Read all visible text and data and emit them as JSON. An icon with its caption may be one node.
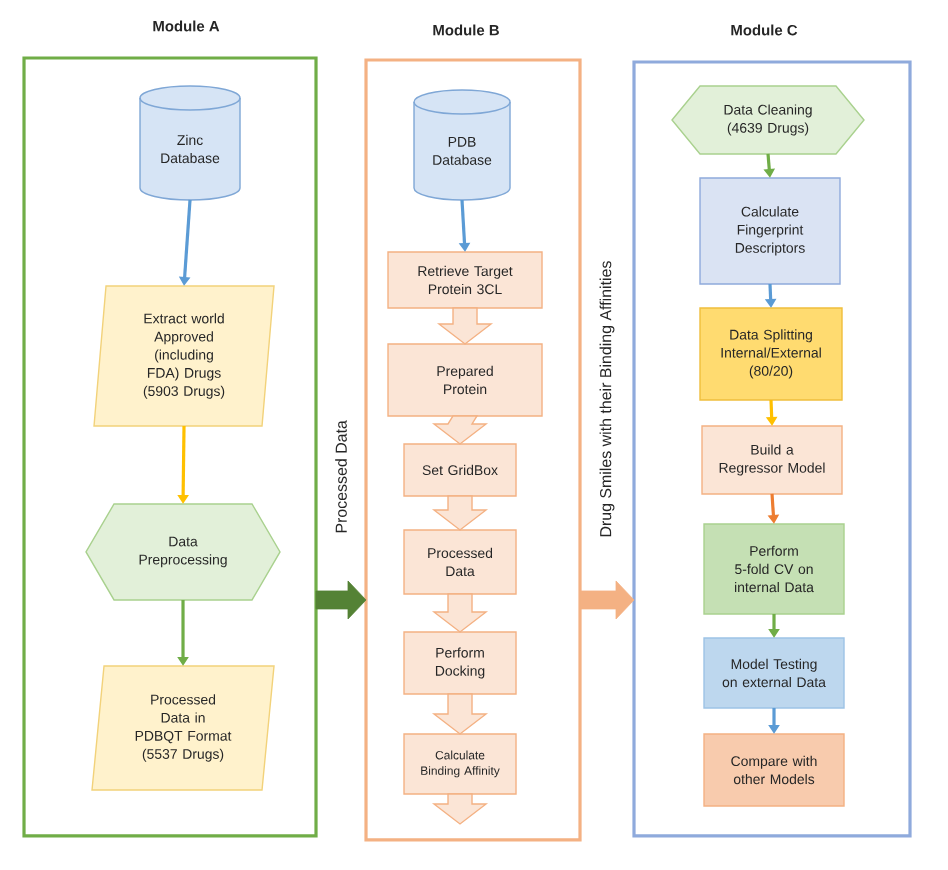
{
  "diagram": {
    "nodes": [
      {
        "text": [
          "Module A"
        ]
      },
      {
        "text": [
          "Zinc Database"
        ],
        "in": 0
      },
      {
        "text": [
          "Extract world Approved (including FDA) Drugs (5903 Drugs)"
        ],
        "in": 0
      },
      {
        "text": [
          "Data Preprocessing"
        ],
        "in": 0
      },
      {
        "text": [
          "Processed Data in PDBQT Format (5537 Drugs)"
        ],
        "in": 0
      },
      {
        "text": [
          "Module B"
        ]
      },
      {
        "text": [
          "PDB Database"
        ],
        "in": 5
      },
      {
        "text": [
          "Retrieve Target Protein 3CL"
        ],
        "in": 5
      },
      {
        "text": [
          "Prepared Protein"
        ],
        "in": 5
      },
      {
        "text": [
          "Set GridBox"
        ],
        "in": 5
      },
      {
        "text": [
          "Processed Data"
        ],
        "in": 5
      },
      {
        "text": [
          "Perform Docking"
        ],
        "in": 5
      },
      {
        "text": [
          "Calculate Binding Affinity"
        ],
        "in": 5
      },
      {
        "text": [
          "Module C"
        ]
      },
      {
        "text": [
          "Data Cleaning (4639 Drugs)"
        ],
        "in": 13
      },
      {
        "text": [
          "Calculate Fingerprint Descriptors"
        ],
        "in": 13
      },
      {
        "text": [
          "Data Splitting Internal/External (80/20)"
        ],
        "in": 13
      },
      {
        "text": [
          "Build a Regressor Model"
        ],
        "in": 13
      },
      {
        "text": [
          "Perform 5-fold CV on internal Data"
        ],
        "in": 13
      },
      {
        "text": [
          "Model Testing on external Data"
        ],
        "in": 13
      },
      {
        "text": [
          "Compare with other Models"
        ],
        "in": 13
      }
    ],
    "edges": [
      {
        "from": 1,
        "to": 2,
        "arrow": "to",
        "color": "#5b9bd5"
      },
      {
        "from": 2,
        "to": 3,
        "arrow": "to",
        "color": "#ffc000"
      },
      {
        "from": 3,
        "to": 4,
        "arrow": "to",
        "color": "#70ad47"
      },
      {
        "from": 0,
        "to": 5,
        "arrow": "to",
        "label": "Processed Data",
        "style": "thick",
        "color": "#548235"
      },
      {
        "from": 6,
        "to": 7,
        "arrow": "to",
        "color": "#5b9bd5"
      },
      {
        "from": 7,
        "to": 8,
        "arrow": "to",
        "style": "thick"
      },
      {
        "from": 8,
        "to": 9,
        "arrow": "to",
        "style": "thick"
      },
      {
        "from": 9,
        "to": 10,
        "arrow": "to",
        "style": "thick"
      },
      {
        "from": 10,
        "to": 11,
        "arrow": "to",
        "style": "thick"
      },
      {
        "from": 11,
        "to": 12,
        "arrow": "to",
        "style": "thick"
      },
      {
        "from": 12,
        "to": null,
        "arrow": "to",
        "style": "thick"
      },
      {
        "from": 5,
        "to": 13,
        "arrow": "to",
        "label": "Drug Smiles with their Binding Affinities",
        "style": "thick",
        "color": "#f4b183"
      },
      {
        "from": 14,
        "to": 15,
        "arrow": "to",
        "color": "#70ad47"
      },
      {
        "from": 15,
        "to": 16,
        "arrow": "to",
        "color": "#5b9bd5"
      },
      {
        "from": 16,
        "to": 17,
        "arrow": "to",
        "color": "#ffc000"
      },
      {
        "from": 17,
        "to": 18,
        "arrow": "to",
        "color": "#ed7d31"
      },
      {
        "from": 18,
        "to": 19,
        "arrow": "to",
        "color": "#70ad47"
      },
      {
        "from": 19,
        "to": 20,
        "arrow": "to",
        "color": "#5b9bd5"
      }
    ]
  }
}
